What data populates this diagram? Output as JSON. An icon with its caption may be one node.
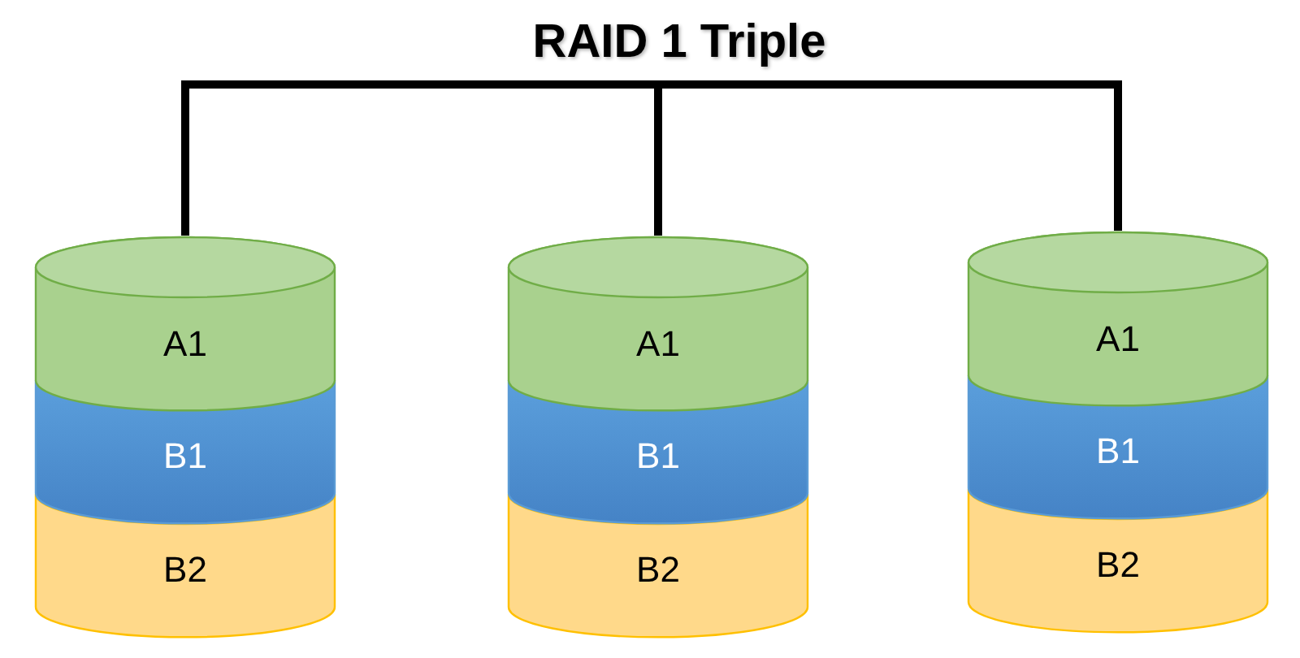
{
  "diagram": {
    "title": "RAID 1 Triple",
    "nodes": [
      {
        "text": [
          "A1"
        ]
      },
      {
        "text": [
          "B1"
        ]
      },
      {
        "text": [
          "B2"
        ]
      },
      {
        "text": [
          "A1"
        ]
      },
      {
        "text": [
          "B1"
        ]
      },
      {
        "text": [
          "B2"
        ]
      },
      {
        "text": [
          "A1"
        ]
      },
      {
        "text": [
          "B1"
        ]
      },
      {
        "text": [
          "B2"
        ]
      }
    ],
    "edges": [
      {
        "from": 0,
        "to": 3,
        "arrow": "none"
      },
      {
        "from": 3,
        "to": 6,
        "arrow": "none"
      }
    ]
  }
}
